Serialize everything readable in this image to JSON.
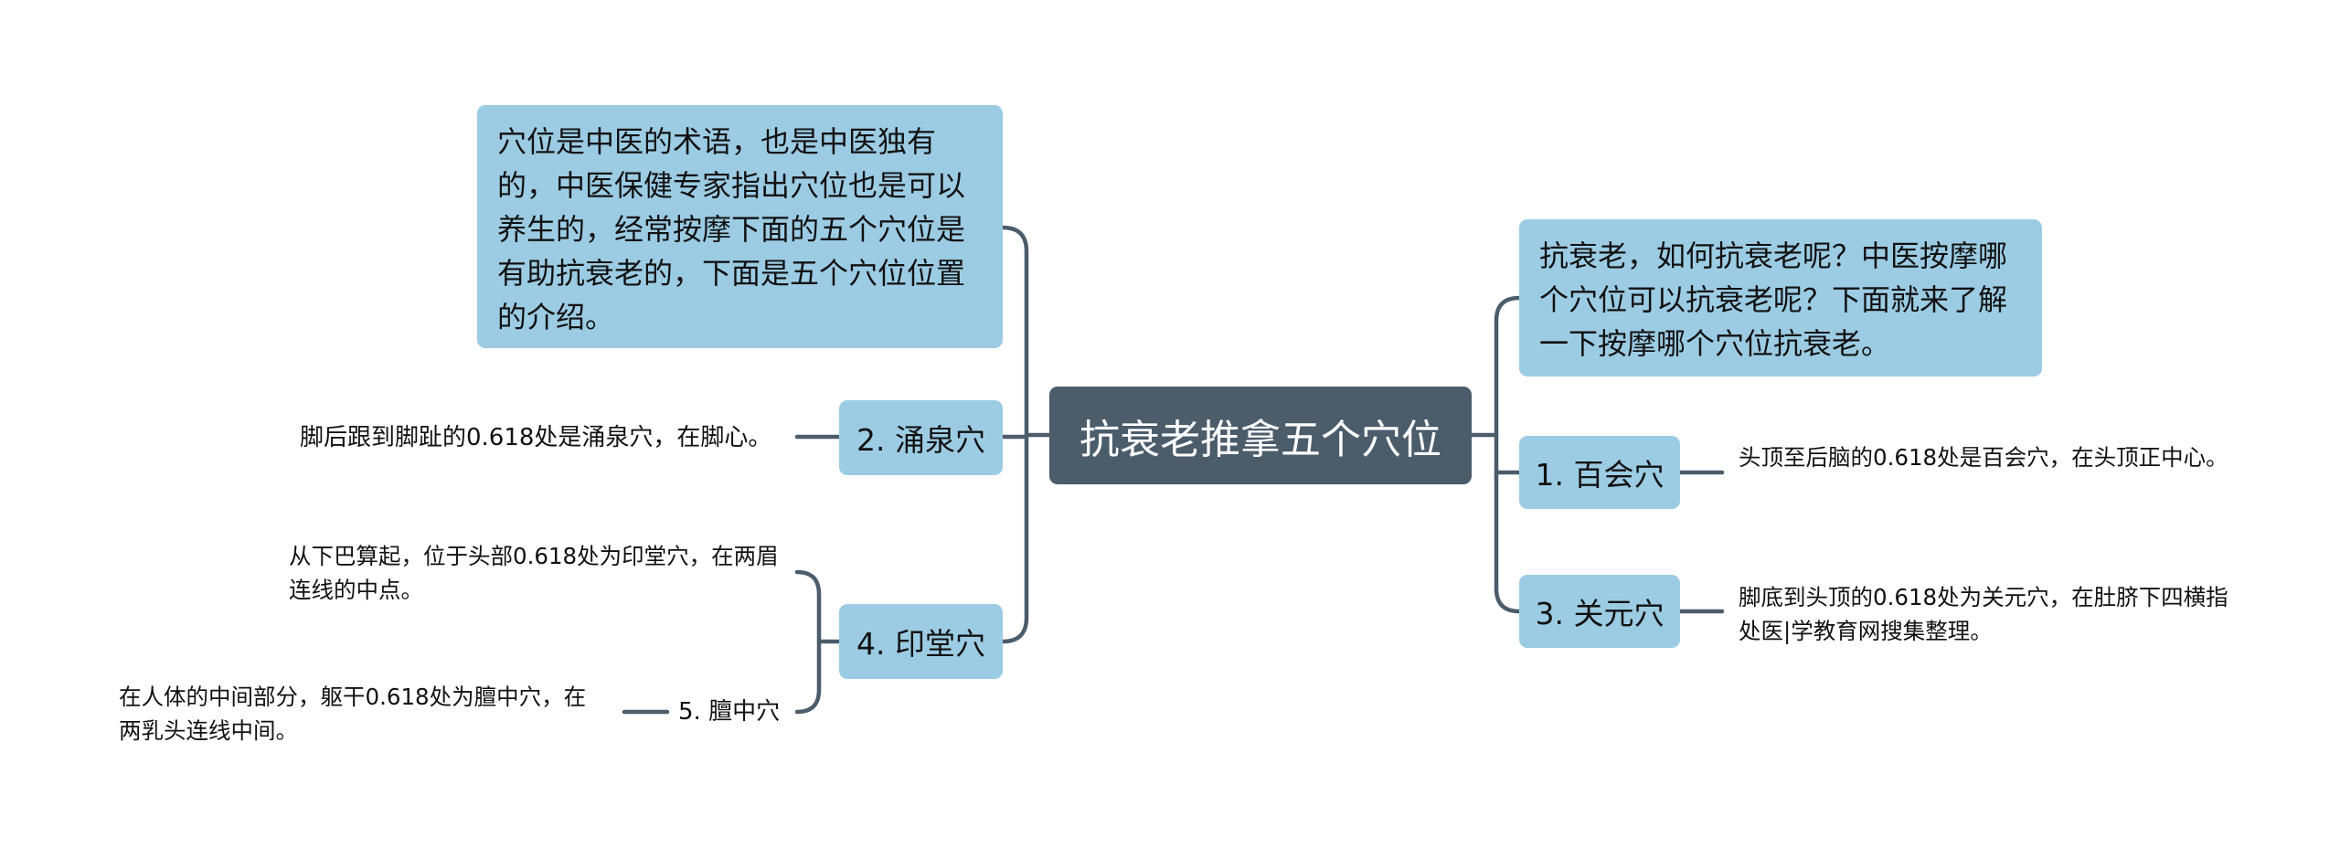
{
  "root": {
    "title": "抗衰老推拿五个穴位"
  },
  "left": {
    "intro": "穴位是中医的术语，也是中医独有的，中医保健专家指出穴位也是可以养生的，经常按摩下面的五个穴位是有助抗衰老的，下面是五个穴位位置的介绍。",
    "yongquan": {
      "label": "2. 涌泉穴",
      "detail": "脚后跟到脚趾的0.618处是涌泉穴，在脚心。"
    },
    "yintang": {
      "label": "4. 印堂穴",
      "detail": "从下巴算起，位于头部0.618处为印堂穴，在两眉连线的中点。",
      "tanzhong": {
        "label": "5. 膻中穴",
        "detail": "在人体的中间部分，躯干0.618处为膻中穴，在两乳头连线中间。"
      }
    }
  },
  "right": {
    "intro": "抗衰老，如何抗衰老呢？中医按摩哪个穴位可以抗衰老呢？下面就来了解一下按摩哪个穴位抗衰老。",
    "baihui": {
      "label": "1. 百会穴",
      "detail": "头顶至后脑的0.618处是百会穴，在头顶正中心。"
    },
    "guanyuan": {
      "label": "3. 关元穴",
      "detail": "脚底到头顶的0.618处为关元穴，在肚脐下四横指处医|学教育网搜集整理。"
    }
  },
  "colors": {
    "root_bg": "#4b5c6b",
    "node_bg": "#9ccce4",
    "connector": "#4b5c6b"
  }
}
